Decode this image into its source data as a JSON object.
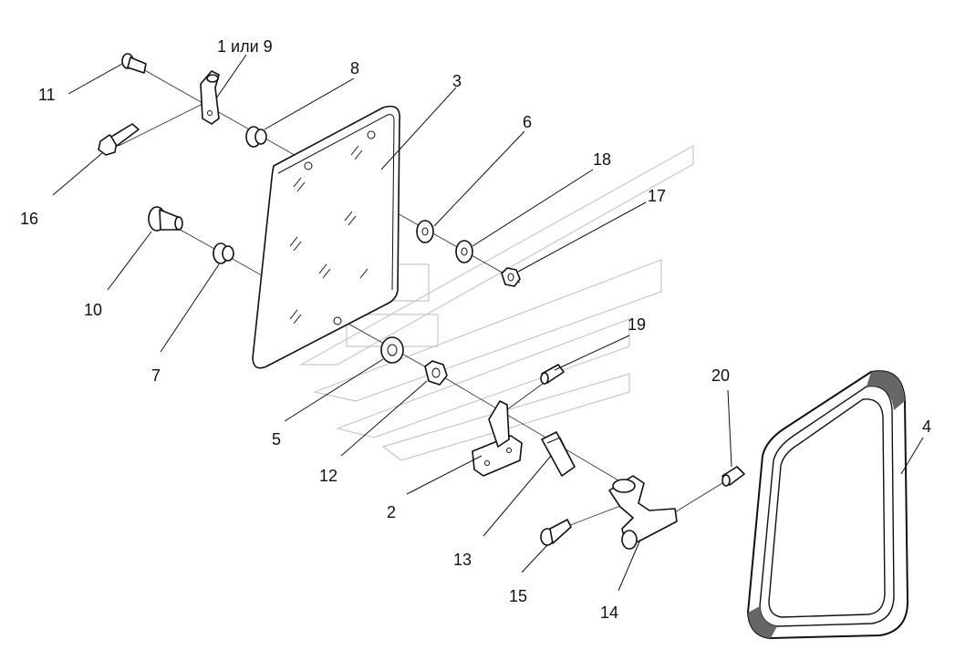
{
  "callouts": {
    "c1or9": "1 или 9",
    "c2": "2",
    "c3": "3",
    "c4": "4",
    "c5": "5",
    "c6": "6",
    "c7": "7",
    "c8": "8",
    "c10": "10",
    "c11": "11",
    "c12": "12",
    "c13": "13",
    "c14": "14",
    "c15": "15",
    "c16": "16",
    "c17": "17",
    "c18": "18",
    "c19": "19",
    "c20": "20"
  }
}
